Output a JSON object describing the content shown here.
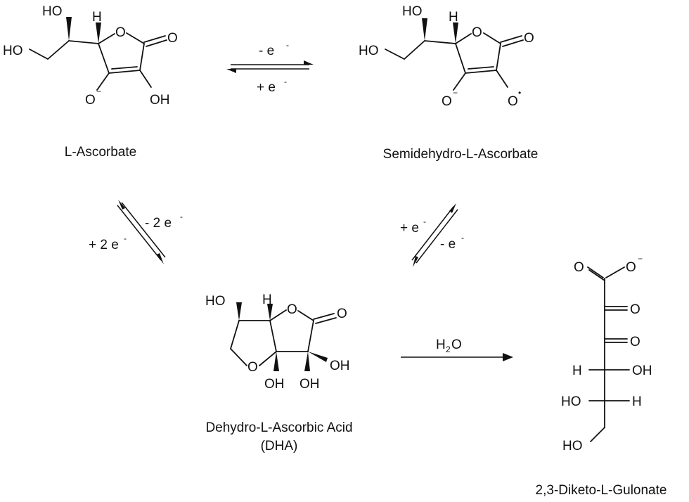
{
  "compounds": {
    "ascorbate": {
      "name": "L-Ascorbate"
    },
    "semidehydro": {
      "name": "Semidehydro-L-Ascorbate"
    },
    "dha": {
      "name_line1": "Dehydro-L-Ascorbic Acid",
      "name_line2": "(DHA)"
    },
    "diketo": {
      "name": "2,3-Diketo-L-Gulonate"
    }
  },
  "atoms": {
    "HO": "HO",
    "OH": "OH",
    "H": "H",
    "O": "O",
    "C_eq_O": "O",
    "minus": "−",
    "radical": "•"
  },
  "reactions": {
    "top_forward": "- e",
    "top_reverse": "+ e",
    "left_forward": "- 2 e",
    "left_reverse": "+ 2 e",
    "right_forward": "+ e",
    "right_reverse": "- e",
    "electron_sup": "-",
    "hydrolysis_H": "H",
    "hydrolysis_sub": "2",
    "hydrolysis_O": "O"
  }
}
